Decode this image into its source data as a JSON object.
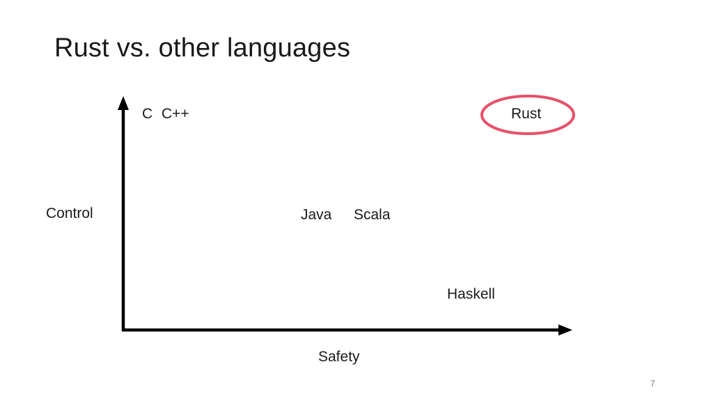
{
  "slide": {
    "title": "Rust vs. other languages",
    "page_number": "7"
  },
  "axes": {
    "y_label": "Control",
    "x_label": "Safety"
  },
  "languages": {
    "c": "C",
    "cpp": "C++",
    "java": "Java",
    "scala": "Scala",
    "haskell": "Haskell",
    "rust": "Rust"
  },
  "colors": {
    "axis": "#000000",
    "highlight_ring": "#e8506a",
    "text": "#1a1a1a"
  }
}
